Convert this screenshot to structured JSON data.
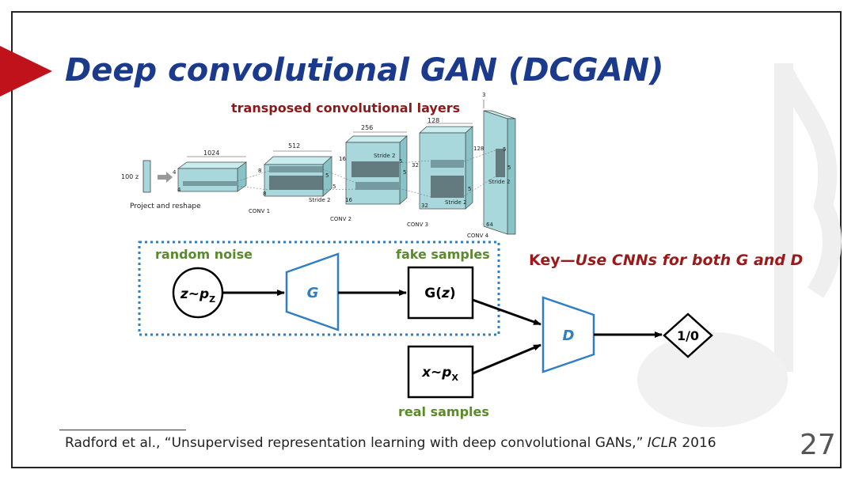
{
  "slide": {
    "title": "Deep convolutional GAN (DCGAN)",
    "page_number": "27"
  },
  "architecture": {
    "title": "transposed convolutional layers",
    "input_label": "100 z",
    "project_label": "Project and reshape",
    "layers": [
      {
        "name": "CONV 1",
        "depth": "1024",
        "spatial": "4"
      },
      {
        "name": "CONV 2",
        "depth": "512",
        "spatial": "8",
        "stride": "Stride 2",
        "kernel": "5"
      },
      {
        "name": "CONV 3",
        "depth": "256",
        "spatial": "16",
        "stride": "Stride 2",
        "kernel": "5"
      },
      {
        "name": "CONV 4",
        "depth": "128",
        "spatial": "32",
        "stride": "Stride 2",
        "kernel": "5"
      },
      {
        "name": "",
        "depth": "3",
        "spatial": "64",
        "stride": "Stride 2",
        "kernel": "5"
      }
    ]
  },
  "gan_flow": {
    "noise_label": "random noise",
    "noise_symbol": "z~p",
    "noise_sub": "Z",
    "generator": "G",
    "fake_label": "fake samples",
    "gz_main": "G(",
    "gz_var": "z",
    "gz_close": ")",
    "real_symbol": "x~p",
    "real_sub": "X",
    "real_label": "real samples",
    "discriminator": "D",
    "output": "1/0",
    "key_prefix": "Key—",
    "key_text": "Use CNNs for both G and D"
  },
  "citation": {
    "text": "Radford et al., “Unsupervised representation learning with deep convolutional GANs,” ",
    "venue": "ICLR",
    "year": " 2016"
  },
  "colors": {
    "title": "#1b3a8c",
    "dark_red": "#8b1a1a",
    "green": "#5a8a2a",
    "block_blue": "#2f7fc1",
    "layer_fill": "#a9d8dc"
  }
}
